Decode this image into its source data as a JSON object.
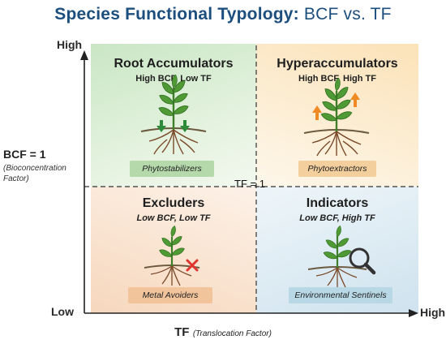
{
  "title": {
    "main": "Species Functional Typology:",
    "suffix": "BCF vs. TF"
  },
  "axes": {
    "y_high": "High",
    "y_low": "Low",
    "x_high": "High",
    "y_title": "BCF = 1",
    "y_sub": "(Bioconcentration Factor)",
    "x_title": "TF",
    "x_sub": "(Translocation Factor)",
    "tf_threshold": "TF = 1"
  },
  "quadrants": {
    "top_left": {
      "title": "Root Accumulators",
      "subtitle": "High BCF, Low TF",
      "badge": "Phytostabilizers"
    },
    "top_right": {
      "title": "Hyperaccumulators",
      "subtitle": "High BCF, High TF",
      "badge": "Phytoextractors"
    },
    "bottom_left": {
      "title": "Excluders",
      "subtitle": "Low BCF, Low TF",
      "badge": "Metal Avoiders"
    },
    "bottom_right": {
      "title": "Indicators",
      "subtitle": "Low BCF, High TF",
      "badge": "Environmental Sentinels"
    }
  },
  "colors": {
    "title": "#1c4e7e",
    "root_quadrant": "#c9e6c4",
    "hyper_quadrant": "#fbe2b8",
    "excluder_quadrant": "#f6d7bd",
    "indicator_quadrant": "#cfe2ee",
    "leaf": "#4f9a35",
    "root": "#7a4a2a",
    "down_arrow": "#2e8b3a",
    "up_arrow": "#f08a24",
    "cross": "#e0332b"
  },
  "icons": [
    "plant-icon",
    "down-arrow-icon",
    "up-arrow-icon",
    "cross-icon",
    "magnifier-icon"
  ]
}
